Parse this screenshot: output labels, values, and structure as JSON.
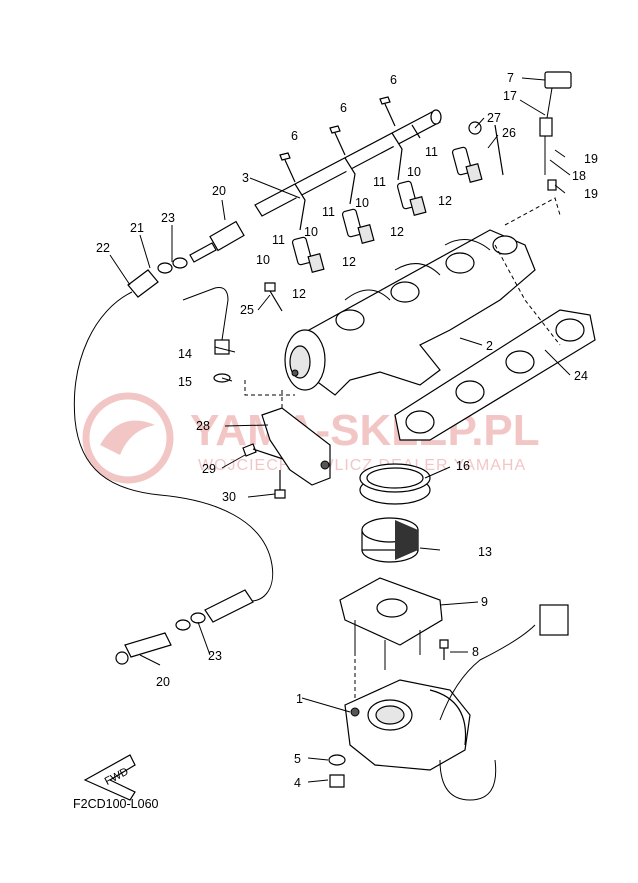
{
  "watermark": {
    "title": "YAMA-SKLEP.PL",
    "subtitle": "WOJCIECH PAWLICZ DEALER YAMAHA",
    "color": "#f3c6c6"
  },
  "diagram_code": "F2CD100-L060",
  "fwd_label": "FWD",
  "callouts": [
    {
      "id": "c-1",
      "text": "1"
    },
    {
      "id": "c-2",
      "text": "2"
    },
    {
      "id": "c-3",
      "text": "3"
    },
    {
      "id": "c-4",
      "text": "4"
    },
    {
      "id": "c-5",
      "text": "5"
    },
    {
      "id": "c-6a",
      "text": "6"
    },
    {
      "id": "c-6b",
      "text": "6"
    },
    {
      "id": "c-6c",
      "text": "6"
    },
    {
      "id": "c-7",
      "text": "7"
    },
    {
      "id": "c-8",
      "text": "8"
    },
    {
      "id": "c-9",
      "text": "9"
    },
    {
      "id": "c-10a",
      "text": "10"
    },
    {
      "id": "c-10b",
      "text": "10"
    },
    {
      "id": "c-10c",
      "text": "10"
    },
    {
      "id": "c-10d",
      "text": "10"
    },
    {
      "id": "c-11a",
      "text": "11"
    },
    {
      "id": "c-11b",
      "text": "11"
    },
    {
      "id": "c-11c",
      "text": "11"
    },
    {
      "id": "c-11d",
      "text": "11"
    },
    {
      "id": "c-12a",
      "text": "12"
    },
    {
      "id": "c-12b",
      "text": "12"
    },
    {
      "id": "c-12c",
      "text": "12"
    },
    {
      "id": "c-12d",
      "text": "12"
    },
    {
      "id": "c-13",
      "text": "13"
    },
    {
      "id": "c-14",
      "text": "14"
    },
    {
      "id": "c-15",
      "text": "15"
    },
    {
      "id": "c-16",
      "text": "16"
    },
    {
      "id": "c-17",
      "text": "17"
    },
    {
      "id": "c-18",
      "text": "18"
    },
    {
      "id": "c-19a",
      "text": "19"
    },
    {
      "id": "c-19b",
      "text": "19"
    },
    {
      "id": "c-20a",
      "text": "20"
    },
    {
      "id": "c-20b",
      "text": "20"
    },
    {
      "id": "c-21",
      "text": "21"
    },
    {
      "id": "c-22",
      "text": "22"
    },
    {
      "id": "c-23a",
      "text": "23"
    },
    {
      "id": "c-23b",
      "text": "23"
    },
    {
      "id": "c-24",
      "text": "24"
    },
    {
      "id": "c-25",
      "text": "25"
    },
    {
      "id": "c-26",
      "text": "26"
    },
    {
      "id": "c-27",
      "text": "27"
    },
    {
      "id": "c-28",
      "text": "28"
    },
    {
      "id": "c-29",
      "text": "29"
    },
    {
      "id": "c-30",
      "text": "30"
    }
  ]
}
